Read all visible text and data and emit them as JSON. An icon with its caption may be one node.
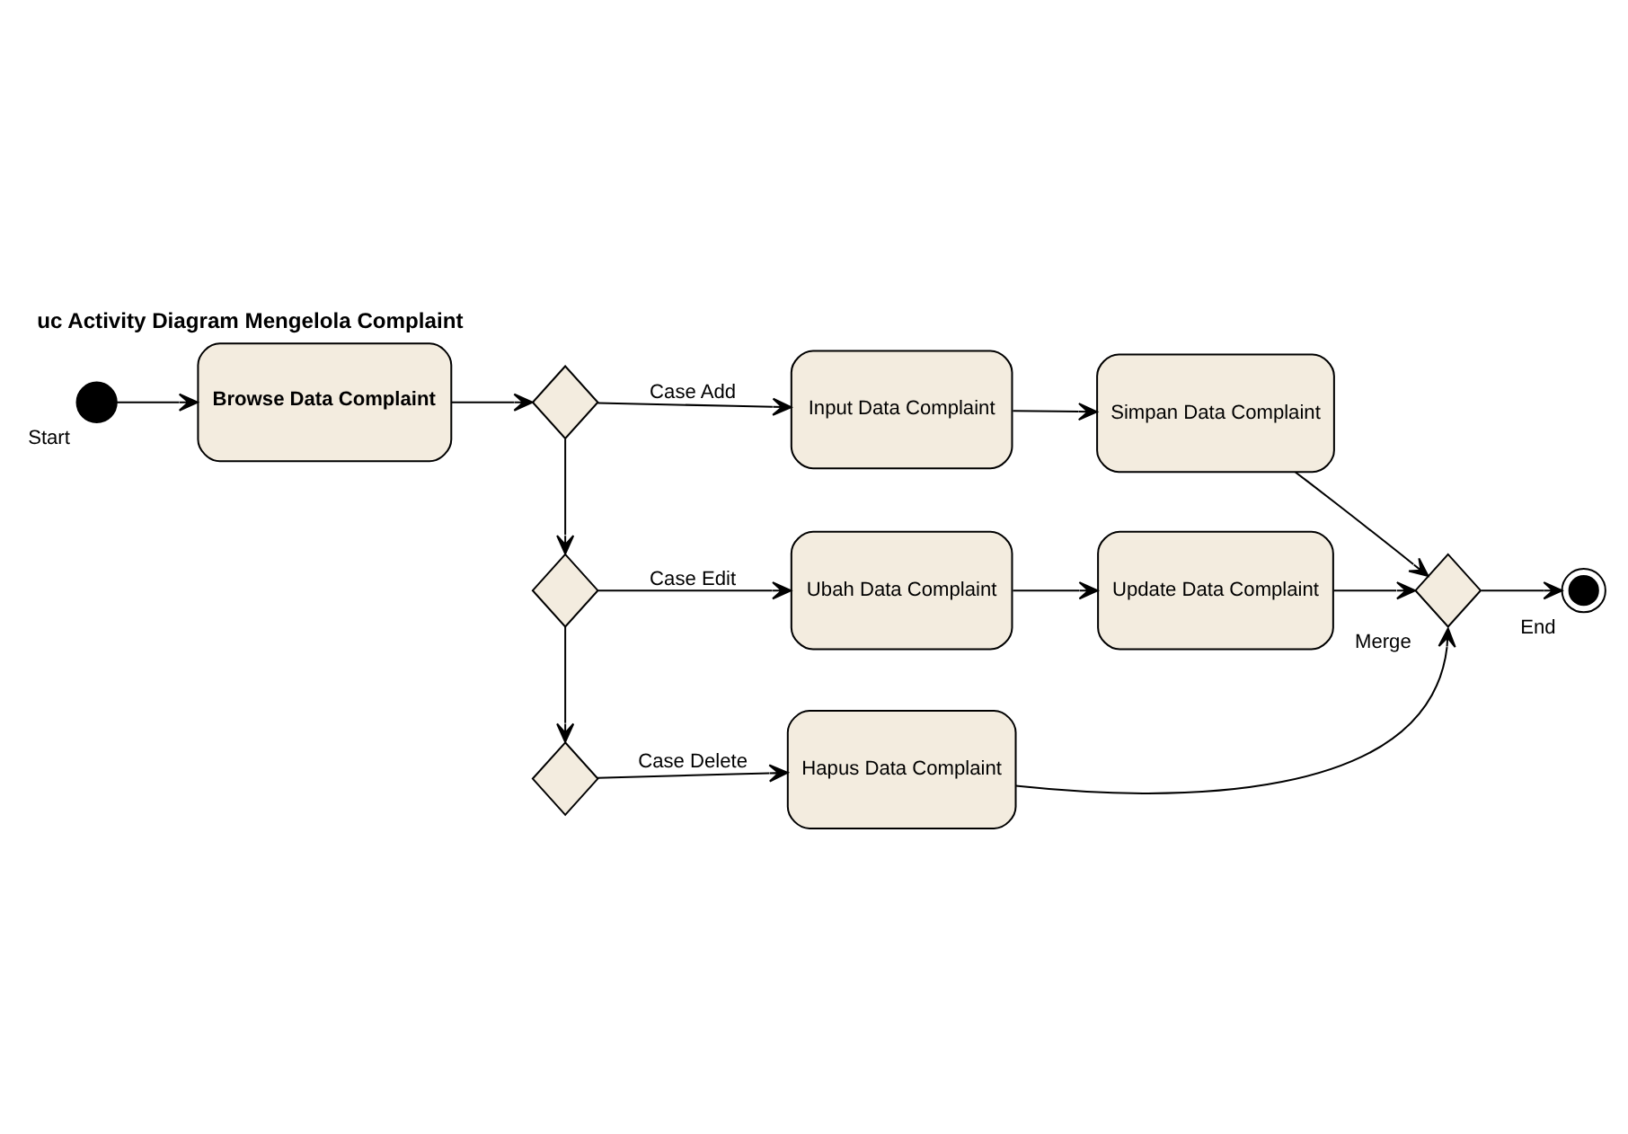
{
  "diagram": {
    "title": "uc Activity Diagram Mengelola Complaint",
    "nodes": [
      {
        "text": [],
        "shape": "circle",
        "beside": [
          "Start"
        ]
      },
      {
        "text": [
          "Browse Data Complaint"
        ]
      },
      {
        "text": [],
        "shape": "diamond"
      },
      {
        "text": [
          "Input Data Complaint"
        ]
      },
      {
        "text": [
          "Simpan Data Complaint"
        ]
      },
      {
        "text": [],
        "shape": "diamond"
      },
      {
        "text": [
          "Ubah Data Complaint"
        ]
      },
      {
        "text": [
          "Update Data Complaint"
        ]
      },
      {
        "text": [],
        "shape": "diamond"
      },
      {
        "text": [
          "Hapus Data Complaint"
        ]
      },
      {
        "text": [],
        "shape": "diamond",
        "beside": [
          "Merge"
        ]
      },
      {
        "text": [],
        "shape": "circle",
        "beside": [
          "End"
        ]
      }
    ],
    "edges": [
      {
        "from": 0,
        "to": 1,
        "arrow": "to"
      },
      {
        "from": 1,
        "to": 2,
        "arrow": "to"
      },
      {
        "from": 2,
        "to": 3,
        "arrow": "to",
        "label": "Case Add"
      },
      {
        "from": 3,
        "to": 4,
        "arrow": "to"
      },
      {
        "from": 4,
        "to": 10,
        "arrow": "to"
      },
      {
        "from": 2,
        "to": 5,
        "arrow": "to"
      },
      {
        "from": 5,
        "to": 6,
        "arrow": "to",
        "label": "Case Edit"
      },
      {
        "from": 6,
        "to": 7,
        "arrow": "to"
      },
      {
        "from": 7,
        "to": 10,
        "arrow": "to"
      },
      {
        "from": 5,
        "to": 8,
        "arrow": "to"
      },
      {
        "from": 8,
        "to": 9,
        "arrow": "to",
        "label": "Case Delete"
      },
      {
        "from": 9,
        "to": 10,
        "arrow": "to"
      },
      {
        "from": 10,
        "to": 11,
        "arrow": "to"
      }
    ]
  }
}
